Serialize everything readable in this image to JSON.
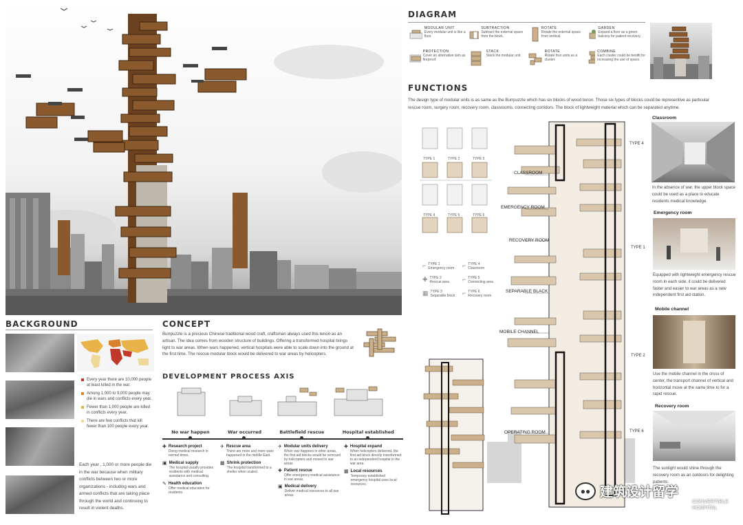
{
  "diagram": {
    "title": "DIAGRAM",
    "items": [
      {
        "label": "MODULAR UNIT",
        "desc": "Every modular unit is like a floor."
      },
      {
        "label": "SUBTRACTION",
        "desc": "Subtract the external space from the block."
      },
      {
        "label": "ROTATE",
        "desc": "Rotate the external space from vertical."
      },
      {
        "label": "GARDEN",
        "desc": "Expand a floor as a green balcony for patient recovery."
      },
      {
        "label": "PROTECTION",
        "desc": "Cover an alternative skin as fireproof."
      },
      {
        "label": "STACK",
        "desc": "Stack the modular unit."
      },
      {
        "label": "ROTATE",
        "desc": "Rotate four units as a cluster."
      },
      {
        "label": "COMBINE",
        "desc": "Each cluster could be benifit for increasing the use of space."
      }
    ]
  },
  "functions": {
    "title": "FUNCTIONS",
    "text": "The design type of modular units is as same as the Burrpuzzle which has six blocks of wood tenon. Those six types of blocks could be representive as particular rescue room, surgery room, recovery room, classrooms, connecting corridors. The block of lightweight material which can be separated anytime.",
    "types": [
      "TYPE 1",
      "TYPE 2",
      "TYPE 3",
      "TYPE 4",
      "TYPE 5",
      "TYPE 6"
    ],
    "legend": [
      {
        "label": "TYPE 1",
        "sub": "Emergency room"
      },
      {
        "label": "TYPE 4",
        "sub": "Classroom"
      },
      {
        "label": "TYPE 2",
        "sub": "Rescue area"
      },
      {
        "label": "TYPE 5",
        "sub": "Connecting area"
      },
      {
        "label": "TYPE 3",
        "sub": "Separable block"
      },
      {
        "label": "TYPE 6",
        "sub": "Recovery room"
      }
    ],
    "section_labels": [
      "CLASSROOM",
      "EMERGENCY ROOM",
      "RECOVERY ROOM",
      "SEPARABLE BLACK",
      "MOBILE CHANNEL",
      "OPERATING ROOM"
    ],
    "section_types": [
      "TYPE 4",
      "TYPE 1",
      "TYPE 2",
      "TYPE 6"
    ]
  },
  "rooms": [
    {
      "title": "Classroom",
      "text": "In the absence of war, the upper block space could be used as a place to educate residents medical knowledge."
    },
    {
      "title": "Emergency room",
      "text": "Equipped with lightweight emergency rescue room in each side, it could be delivered faster and easier to war areas as a new independent first aid station."
    },
    {
      "title": "Mobile channel",
      "text": "Use the mobile channel in the cross of center, the transport channel of vertical and horizontal move at the same time to for a rapid rescue."
    },
    {
      "title": "Recovery room",
      "text": "The sunlight would shine through the recovery room as an outdoors for delighting patients."
    }
  ],
  "background": {
    "title": "BACKGROUND",
    "stats": [
      {
        "text": "Every year there are 10,000 people at least killed in the war.",
        "color": "#c0392b"
      },
      {
        "text": "Among 1,000 to 9,000 people may die in wars and conflicts every year.",
        "color": "#d9822b"
      },
      {
        "text": "Fewer than 1,000 people are killed in conflicts every year.",
        "color": "#e8b44a"
      },
      {
        "text": "There are few conflicts that kill fewer than 100 people every year.",
        "color": "#f0d79a"
      }
    ],
    "summary": "Each year , 1,000 or more people die in the war because when military conflicts between two or more organizations - including wars and armed conflicts that are taking place through the world and continuing to result in violent deaths."
  },
  "concept": {
    "title": "CONCEPT",
    "text": "Burrpuzzle is a precious Chinese traditional wood craft, craftsman always used this tenon as an artisan. The idea comes from wooden structure of buildings. Offering a transformed hospital brings light to war areas. When wars happened, vertical hospitals were able to scale down into the ground at the first time. The rescue modular block would be delivered to war areas by helicopters."
  },
  "process": {
    "title": "DEVELOPMENT PROCESS AXIS",
    "stages": [
      "No war happen",
      "War occurred",
      "Battlefield rescue",
      "Hospital established"
    ],
    "items": [
      [
        {
          "title": "Research project",
          "desc": "Doing medical research in normal times."
        },
        {
          "title": "Medical supply",
          "desc": "The hospital usually provides residents with medical assistance and consulting."
        },
        {
          "title": "Health education",
          "desc": "Offer medical education for residents."
        }
      ],
      [
        {
          "title": "Rescue area",
          "desc": "There are more and more wars happened in the middle East."
        },
        {
          "title": "Shrink protection",
          "desc": "The hospital transformed to a shelter when scaled."
        }
      ],
      [
        {
          "title": "Modular units delivery",
          "desc": "When war happens in other areas, the first aid blocks would be removed by helicopters and moved to war areas."
        },
        {
          "title": "Patient rescue",
          "desc": "Offer emergency medical assistance in war areas."
        },
        {
          "title": "Medical delivery",
          "desc": "Deliver medical resources to all war areas."
        }
      ],
      [
        {
          "title": "Hospital expand",
          "desc": "When helicopters delivered, the first aid block directly transformed to an independent hospital in the war area."
        },
        {
          "title": "Local resources",
          "desc": "Temporary established emergency hospital uses local resources."
        }
      ]
    ]
  },
  "footer": {
    "watermark": "建筑设计留学",
    "project_title": "CONVERTIBLE HOSPITAL"
  }
}
